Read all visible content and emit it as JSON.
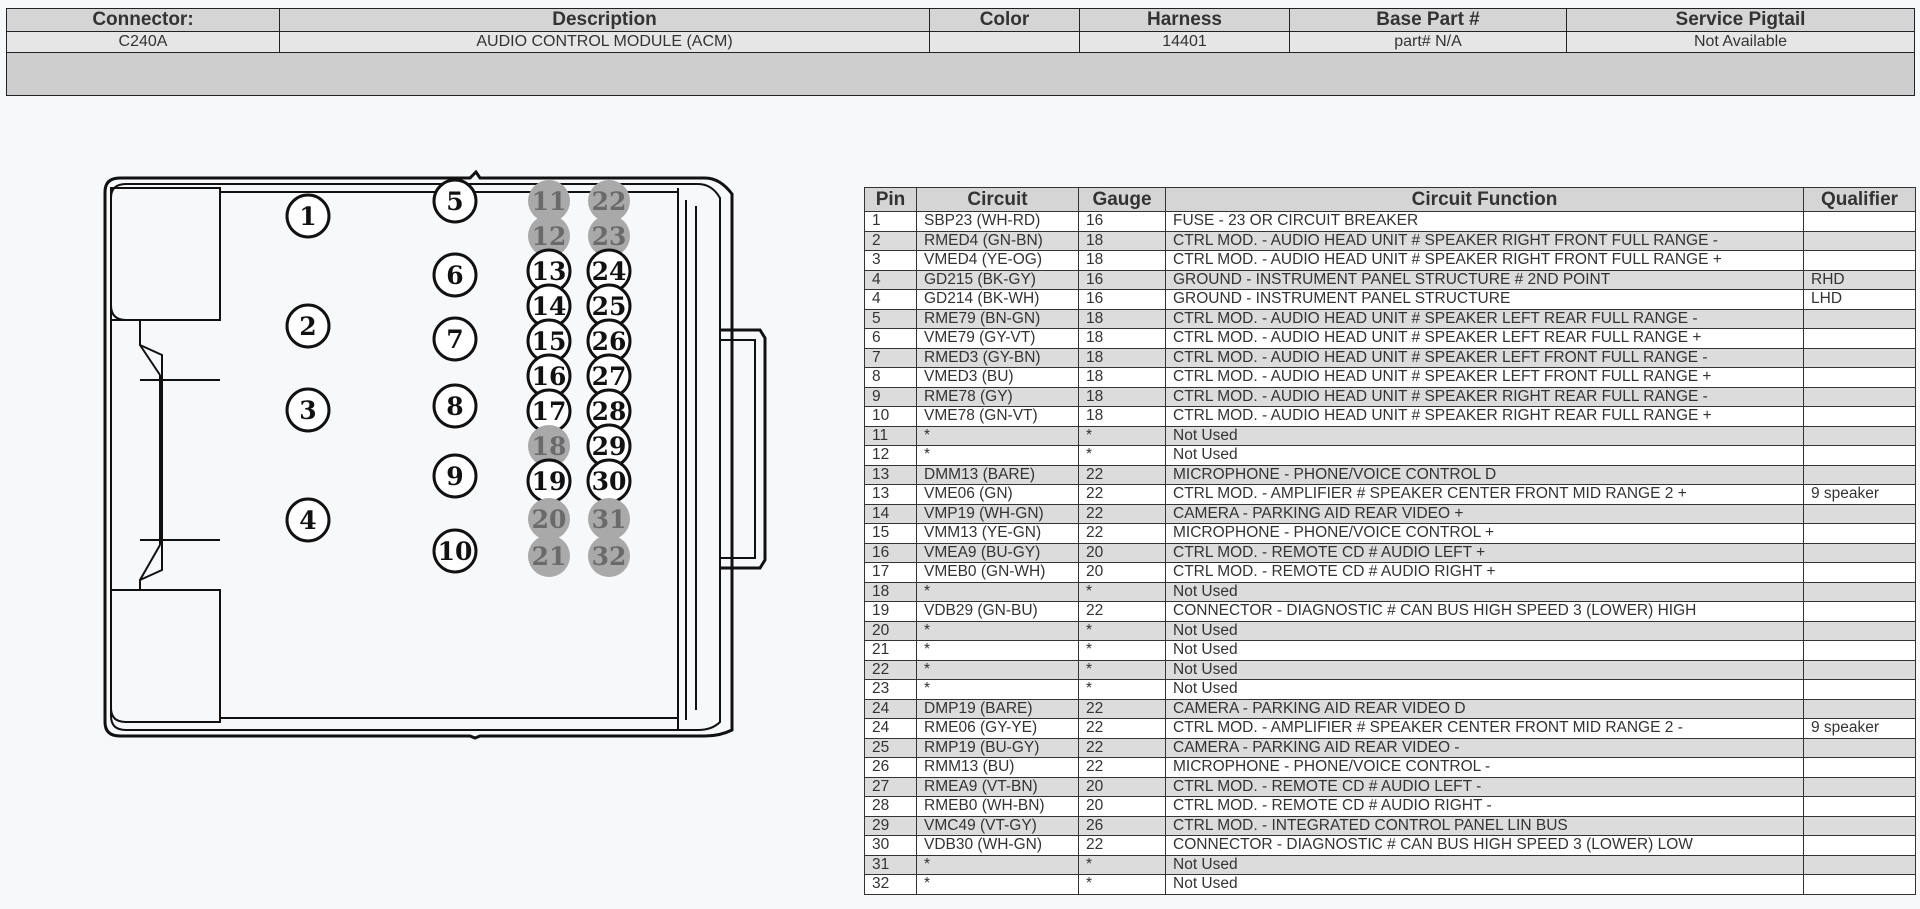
{
  "header": {
    "columns": [
      "Connector:",
      "Description",
      "Color",
      "Harness",
      "Base Part #",
      "Service Pigtail"
    ],
    "row": [
      "C240A",
      "AUDIO CONTROL MODULE (ACM)",
      "",
      "14401",
      "part# N/A",
      "Not Available"
    ]
  },
  "connector": {
    "pins": [
      {
        "label": "1",
        "used": true
      },
      {
        "label": "2",
        "used": true
      },
      {
        "label": "3",
        "used": true
      },
      {
        "label": "4",
        "used": true
      },
      {
        "label": "5",
        "used": true
      },
      {
        "label": "6",
        "used": true
      },
      {
        "label": "7",
        "used": true
      },
      {
        "label": "8",
        "used": true
      },
      {
        "label": "9",
        "used": true
      },
      {
        "label": "10",
        "used": true
      },
      {
        "label": "11",
        "used": false
      },
      {
        "label": "12",
        "used": false
      },
      {
        "label": "13",
        "used": true
      },
      {
        "label": "14",
        "used": true
      },
      {
        "label": "15",
        "used": true
      },
      {
        "label": "16",
        "used": true
      },
      {
        "label": "17",
        "used": true
      },
      {
        "label": "18",
        "used": false
      },
      {
        "label": "19",
        "used": true
      },
      {
        "label": "20",
        "used": false
      },
      {
        "label": "21",
        "used": false
      },
      {
        "label": "22",
        "used": false
      },
      {
        "label": "23",
        "used": false
      },
      {
        "label": "24",
        "used": true
      },
      {
        "label": "25",
        "used": true
      },
      {
        "label": "26",
        "used": true
      },
      {
        "label": "27",
        "used": true
      },
      {
        "label": "28",
        "used": true
      },
      {
        "label": "29",
        "used": true
      },
      {
        "label": "30",
        "used": true
      },
      {
        "label": "31",
        "used": false
      },
      {
        "label": "32",
        "used": false
      }
    ]
  },
  "pin_table": {
    "columns": [
      "Pin",
      "Circuit",
      "Gauge",
      "Circuit Function",
      "Qualifier"
    ],
    "rows": [
      [
        "1",
        "SBP23 (WH-RD)",
        "16",
        "FUSE - 23 OR CIRCUIT BREAKER",
        ""
      ],
      [
        "2",
        "RMED4 (GN-BN)",
        "18",
        "CTRL MOD. - AUDIO HEAD UNIT # SPEAKER RIGHT FRONT FULL RANGE -",
        ""
      ],
      [
        "3",
        "VMED4 (YE-OG)",
        "18",
        "CTRL MOD. - AUDIO HEAD UNIT # SPEAKER RIGHT FRONT FULL RANGE +",
        ""
      ],
      [
        "4",
        "GD215 (BK-GY)",
        "16",
        "GROUND - INSTRUMENT PANEL STRUCTURE # 2ND POINT",
        "RHD"
      ],
      [
        "4",
        "GD214 (BK-WH)",
        "16",
        "GROUND - INSTRUMENT PANEL STRUCTURE",
        "LHD"
      ],
      [
        "5",
        "RME79 (BN-GN)",
        "18",
        "CTRL MOD. - AUDIO HEAD UNIT # SPEAKER LEFT REAR FULL RANGE -",
        ""
      ],
      [
        "6",
        "VME79 (GY-VT)",
        "18",
        "CTRL MOD. - AUDIO HEAD UNIT # SPEAKER LEFT REAR FULL RANGE +",
        ""
      ],
      [
        "7",
        "RMED3 (GY-BN)",
        "18",
        "CTRL MOD. - AUDIO HEAD UNIT # SPEAKER LEFT FRONT FULL RANGE -",
        ""
      ],
      [
        "8",
        "VMED3 (BU)",
        "18",
        "CTRL MOD. - AUDIO HEAD UNIT # SPEAKER LEFT FRONT FULL RANGE +",
        ""
      ],
      [
        "9",
        "RME78 (GY)",
        "18",
        "CTRL MOD. - AUDIO HEAD UNIT # SPEAKER RIGHT REAR FULL RANGE -",
        ""
      ],
      [
        "10",
        "VME78 (GN-VT)",
        "18",
        "CTRL MOD. - AUDIO HEAD UNIT # SPEAKER RIGHT REAR FULL RANGE +",
        ""
      ],
      [
        "11",
        "*",
        "*",
        "Not Used",
        ""
      ],
      [
        "12",
        "*",
        "*",
        "Not Used",
        ""
      ],
      [
        "13",
        "DMM13 (BARE)",
        "22",
        "MICROPHONE - PHONE/VOICE CONTROL D",
        ""
      ],
      [
        "13",
        "VME06 (GN)",
        "22",
        "CTRL MOD. - AMPLIFIER # SPEAKER CENTER FRONT MID RANGE 2 +",
        "9 speaker"
      ],
      [
        "14",
        "VMP19 (WH-GN)",
        "22",
        "CAMERA - PARKING AID REAR VIDEO +",
        ""
      ],
      [
        "15",
        "VMM13 (YE-GN)",
        "22",
        "MICROPHONE - PHONE/VOICE CONTROL +",
        ""
      ],
      [
        "16",
        "VMEA9 (BU-GY)",
        "20",
        "CTRL MOD. - REMOTE CD # AUDIO LEFT +",
        ""
      ],
      [
        "17",
        "VMEB0 (GN-WH)",
        "20",
        "CTRL MOD. - REMOTE CD # AUDIO RIGHT +",
        ""
      ],
      [
        "18",
        "*",
        "*",
        "Not Used",
        ""
      ],
      [
        "19",
        "VDB29 (GN-BU)",
        "22",
        "CONNECTOR - DIAGNOSTIC # CAN BUS HIGH SPEED 3 (LOWER) HIGH",
        ""
      ],
      [
        "20",
        "*",
        "*",
        "Not Used",
        ""
      ],
      [
        "21",
        "*",
        "*",
        "Not Used",
        ""
      ],
      [
        "22",
        "*",
        "*",
        "Not Used",
        ""
      ],
      [
        "23",
        "*",
        "*",
        "Not Used",
        ""
      ],
      [
        "24",
        "DMP19 (BARE)",
        "22",
        "CAMERA - PARKING AID REAR VIDEO D",
        ""
      ],
      [
        "24",
        "RME06 (GY-YE)",
        "22",
        "CTRL MOD. - AMPLIFIER # SPEAKER CENTER FRONT MID RANGE 2 -",
        "9 speaker"
      ],
      [
        "25",
        "RMP19 (BU-GY)",
        "22",
        "CAMERA - PARKING AID REAR VIDEO -",
        ""
      ],
      [
        "26",
        "RMM13 (BU)",
        "22",
        "MICROPHONE - PHONE/VOICE CONTROL -",
        ""
      ],
      [
        "27",
        "RMEA9 (VT-BN)",
        "20",
        "CTRL MOD. - REMOTE CD # AUDIO LEFT -",
        ""
      ],
      [
        "28",
        "RMEB0 (WH-BN)",
        "20",
        "CTRL MOD. - REMOTE CD # AUDIO RIGHT -",
        ""
      ],
      [
        "29",
        "VMC49 (VT-GY)",
        "26",
        "CTRL MOD. - INTEGRATED CONTROL PANEL LIN BUS",
        ""
      ],
      [
        "30",
        "VDB30 (WH-GN)",
        "22",
        "CONNECTOR - DIAGNOSTIC # CAN BUS HIGH SPEED 3 (LOWER) LOW",
        ""
      ],
      [
        "31",
        "*",
        "*",
        "Not Used",
        ""
      ],
      [
        "32",
        "*",
        "*",
        "Not Used",
        ""
      ]
    ]
  },
  "colors": {
    "used_pin_stroke": "#111111",
    "unused_pin_fill": "#a9a9a9",
    "unused_pin_text": "#6a6a6a"
  }
}
